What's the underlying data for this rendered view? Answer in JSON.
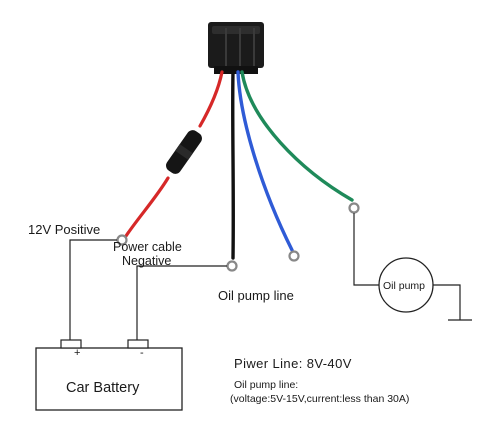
{
  "labels": {
    "positive": "12V Positive",
    "power_cable": "Power cable",
    "negative": "Negative",
    "oil_pump_line": "Oil pump line",
    "oil_pump": "Oil pump",
    "battery": "Car Battery",
    "plus": "+",
    "minus": "-"
  },
  "specs": {
    "power_line": "Piwer Line:  8V-40V",
    "oil_line_title": "Oil pump line:",
    "oil_line_detail": "(voltage:5V-15V,current:less than 30A)"
  },
  "colors": {
    "red_wire": "#d62828",
    "black_wire": "#111111",
    "blue_wire": "#2f5bd6",
    "green_wire": "#1f8a5a",
    "line": "#222222"
  }
}
